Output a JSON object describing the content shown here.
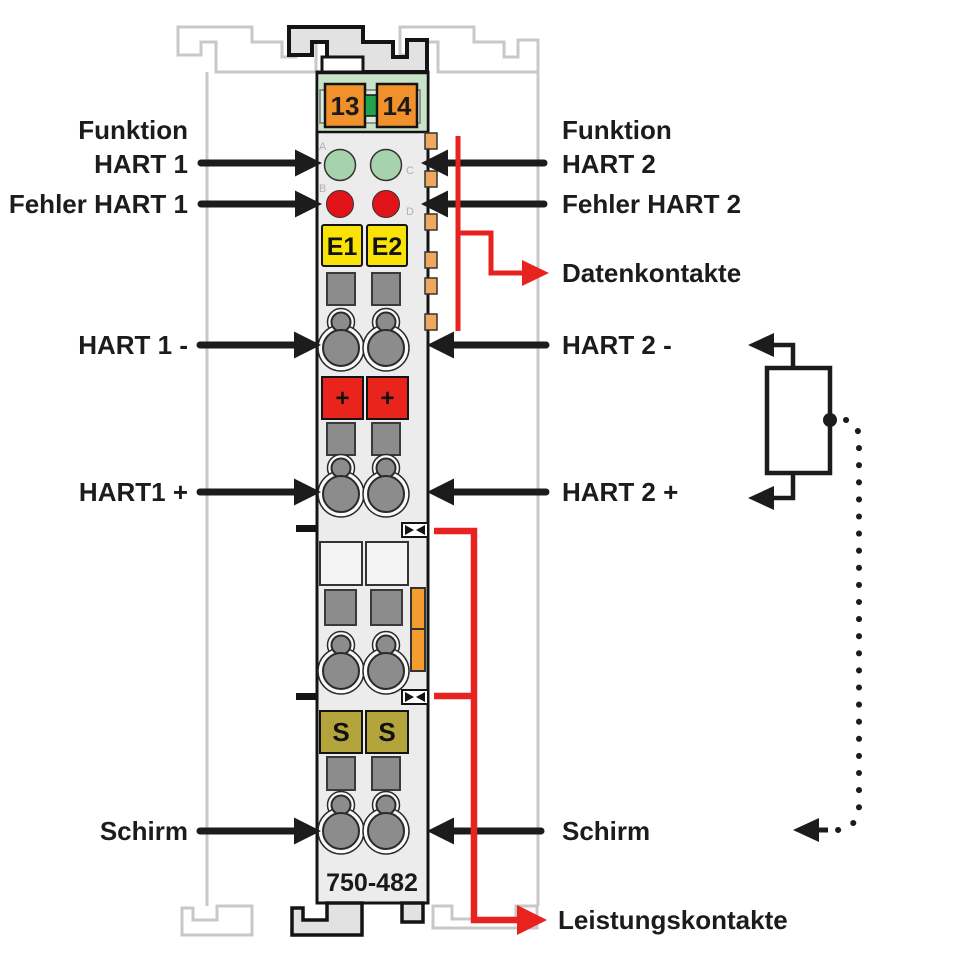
{
  "module": {
    "id": "750-482",
    "power_terminals": [
      "13",
      "14"
    ],
    "led_letters": [
      "A",
      "B",
      "C",
      "D"
    ],
    "error_tags": [
      "E1",
      "E2"
    ],
    "plus_tags": [
      "+",
      "+"
    ],
    "shield_tags": [
      "S",
      "S"
    ]
  },
  "labels": {
    "left": {
      "funktion_line1": "Funktion",
      "funktion_line2": "HART 1",
      "fehler": "Fehler HART 1",
      "minus": "HART 1 -",
      "plus": "HART1 +",
      "schirm": "Schirm"
    },
    "right": {
      "funktion_line1": "Funktion",
      "funktion_line2": "HART 2",
      "fehler": "Fehler HART 2",
      "datenkontakte": "Datenkontakte",
      "minus": "HART 2 -",
      "plus": "HART 2 +",
      "schirm": "Schirm",
      "leistungskontakte": "Leistungskontakte"
    }
  },
  "colors": {
    "accent_red": "#e8231f",
    "led_green": "#a6d3ab",
    "led_red": "#e01319",
    "tag_yellow": "#f9e306",
    "tag_olive": "#b4a43c",
    "terminal_orange": "#f0912c",
    "data_contact_orange": "#efa95e",
    "header_green": "#c9e3c8",
    "connector_green": "#22a24b",
    "body_gray": "#ececec",
    "metal_gray": "#8c8c8c",
    "rail_outline_gray": "#c8c8c8",
    "line_black": "#1c1c1c"
  }
}
